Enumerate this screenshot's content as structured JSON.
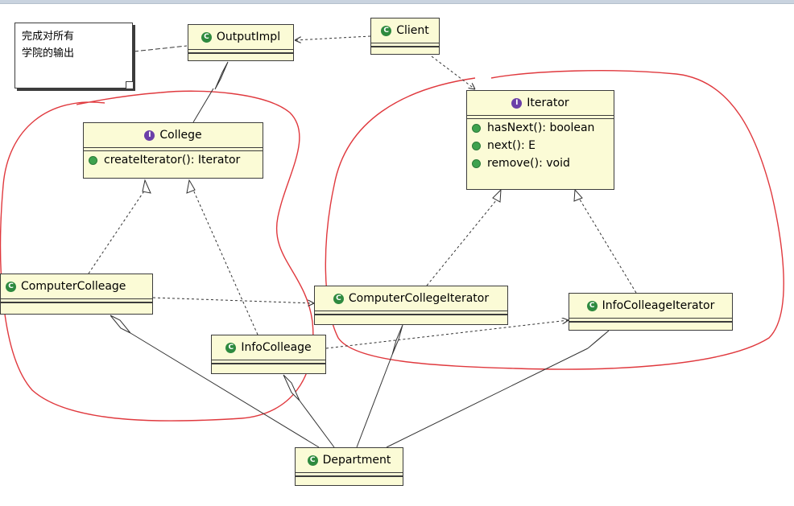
{
  "note": {
    "line1": "完成对所有",
    "line2": "学院的输出"
  },
  "classes": {
    "output_impl": {
      "name": "OutputImpl",
      "stereotype": "C"
    },
    "client": {
      "name": "Client",
      "stereotype": "C"
    },
    "college": {
      "name": "College",
      "stereotype": "I",
      "methods": [
        "createIterator(): Iterator"
      ]
    },
    "iterator": {
      "name": "Iterator",
      "stereotype": "I",
      "methods": [
        "hasNext(): boolean",
        "next(): E",
        "remove(): void"
      ]
    },
    "computer_colleage": {
      "name": "ComputerColleage",
      "stereotype": "C"
    },
    "computer_college_iterator": {
      "name": "ComputerCollegeIterator",
      "stereotype": "C"
    },
    "info_colleage_iterator": {
      "name": "InfoColleageIterator",
      "stereotype": "C"
    },
    "info_colleage": {
      "name": "InfoColleage",
      "stereotype": "C"
    },
    "department": {
      "name": "Department",
      "stereotype": "C"
    }
  },
  "colors": {
    "class_fill": "#fbfbd6",
    "class_badge": "#2e8a3f",
    "interface_badge": "#6b3fa8",
    "method_dot": "#3ea24e",
    "annotation_stroke": "#e0393e"
  }
}
